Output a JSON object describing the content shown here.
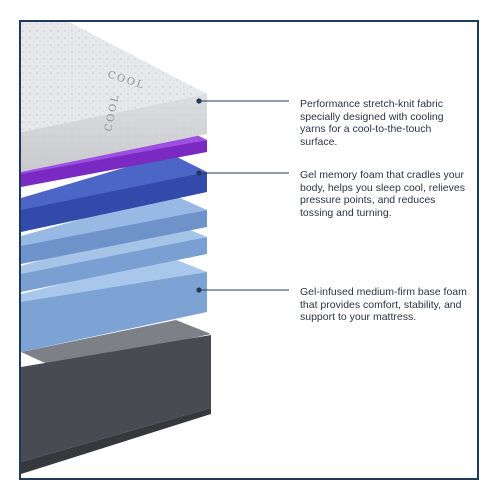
{
  "callouts": [
    {
      "text": "Performance stretch-knit fabric specially designed with cooling yarns for a cool-to-the-touch surface."
    },
    {
      "text": "Gel memory foam that cradles your body, helps you sleep cool, relieves pressure points, and reduces tossing and turning."
    },
    {
      "text": "Gel-infused medium-firm base foam that provides comfort, stability, and support to your mattress."
    }
  ],
  "cover": {
    "brand_text": "COOL"
  },
  "colors": {
    "frame": "#1f3a5f",
    "leader": "#22385a",
    "cover": "#e2e4e7",
    "purple": "#8a35d2",
    "royal_blue": "#3b55bc",
    "light_blue": "#8fb3df",
    "base_foam": "#8eb6e2",
    "foundation": "#4a4d53"
  }
}
